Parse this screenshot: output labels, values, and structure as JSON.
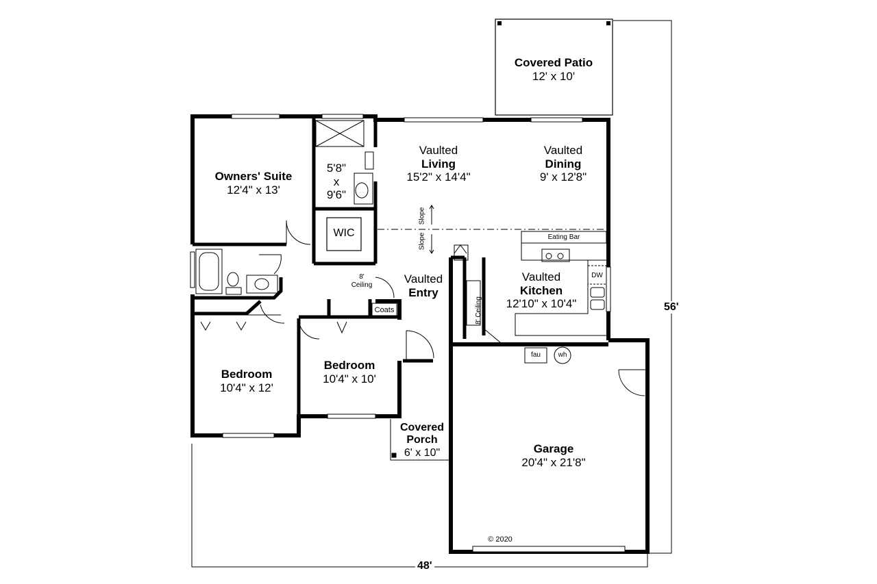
{
  "plan": {
    "overall_width": "48'",
    "overall_depth": "56'",
    "copyright": "© 2020"
  },
  "rooms": {
    "covered_patio": {
      "name": "Covered Patio",
      "size": "12' x 10'"
    },
    "owners_suite": {
      "name": "Owners' Suite",
      "size": "12'4\" x 13'"
    },
    "owners_bath": {
      "line1": "5'8\"",
      "line2": "x",
      "line3": "9'6\""
    },
    "wic": {
      "name": "WIC"
    },
    "living": {
      "prefix": "Vaulted",
      "name": "Living",
      "size": "15'2\" x 14'4\""
    },
    "dining": {
      "prefix": "Vaulted",
      "name": "Dining",
      "size": "9' x 12'8\""
    },
    "entry": {
      "prefix": "Vaulted",
      "name": "Entry"
    },
    "kitchen": {
      "prefix": "Vaulted",
      "name": "Kitchen",
      "size": "12'10\" x 10'4\""
    },
    "bedroom_left": {
      "name": "Bedroom",
      "size": "10'4\" x 12'"
    },
    "bedroom_center": {
      "name": "Bedroom",
      "size": "10'4\" x 10'"
    },
    "covered_porch": {
      "name_line1": "Covered",
      "name_line2": "Porch",
      "size": "6' x 10\""
    },
    "garage": {
      "name": "Garage",
      "size": "20'4\" x 21'8\""
    }
  },
  "annotations": {
    "slope_up": "Slope",
    "slope_down": "Slope",
    "ceiling_entry_line1": "8'",
    "ceiling_entry_line2": "Ceiling",
    "ceiling_kitchen": "8' Ceiling",
    "coats": "Coats",
    "eating_bar": "Eating Bar",
    "dw": "DW",
    "fau": "fau",
    "wh": "wh"
  }
}
